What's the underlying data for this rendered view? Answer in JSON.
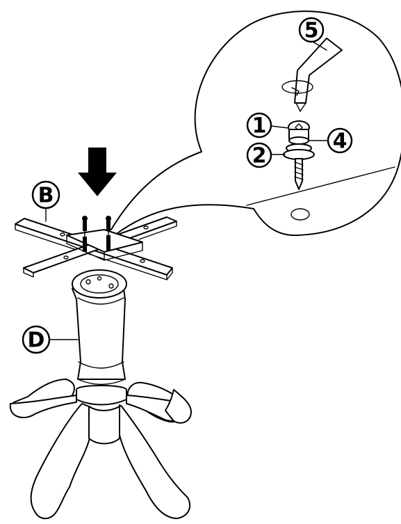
{
  "callouts": {
    "B": "B",
    "D": "D",
    "n5": "5",
    "n1": "1",
    "n2": "2",
    "n4": "4"
  },
  "colors": {
    "ink": "#000000",
    "paper": "#ffffff"
  },
  "icons": [
    "down-arrow-icon",
    "allen-key-icon",
    "bolt-icon"
  ]
}
